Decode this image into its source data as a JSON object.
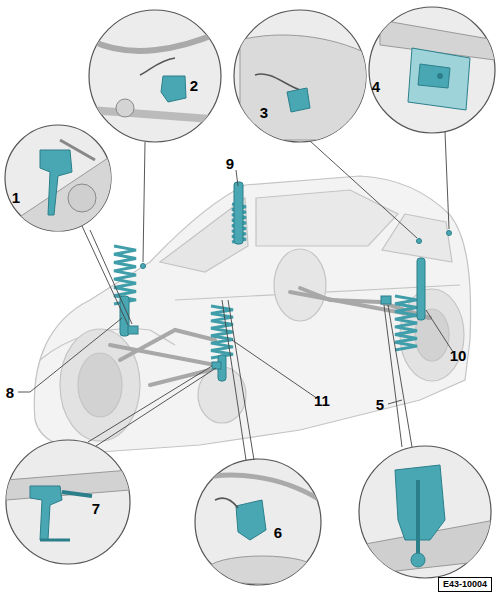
{
  "diagram": {
    "labels": [
      "2",
      "3",
      "4",
      "1",
      "9",
      "8",
      "10",
      "11",
      "5",
      "7",
      "6",
      "E43-10004"
    ]
  }
}
